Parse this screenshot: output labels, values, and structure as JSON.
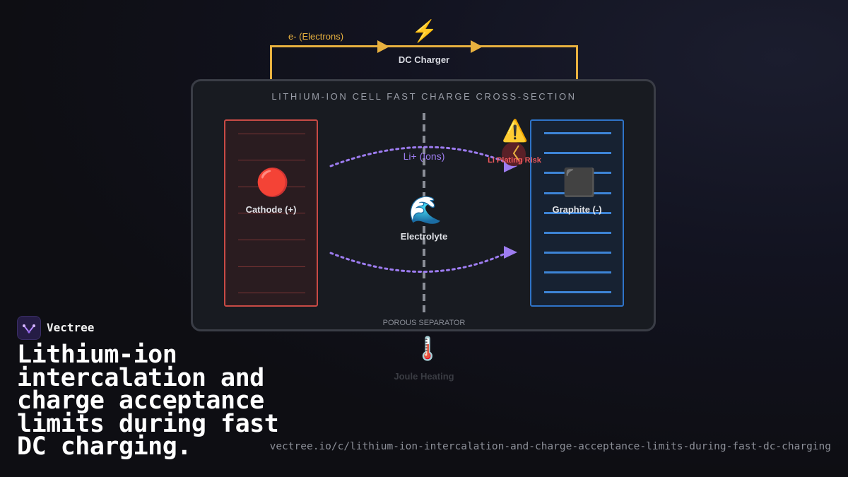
{
  "circuit": {
    "electrons_label": "e- (Electrons)",
    "charger_label": "DC Charger",
    "wire_color": "#e8b13f",
    "charger_icon": "lightning-bolt-icon"
  },
  "cell": {
    "title": "LITHIUM-ION CELL FAST CHARGE CROSS-SECTION",
    "cathode_label": "Cathode (+)",
    "cathode_icon": "red-circle-icon",
    "anode_label": "Graphite (-)",
    "anode_icon": "black-square-icon",
    "electrolyte_label": "Electrolyte",
    "electrolyte_icon": "wave-icon",
    "ions_label": "Li+ (Ions)",
    "plating_label": "Li Plating Risk",
    "plating_icon": "warning-icon",
    "separator_label": "POROUS SEPARATOR",
    "heat_label": "Joule Heating",
    "heat_icon": "thermometer-icon",
    "cathode_color": "#c84a45",
    "anode_color": "#2f74c8",
    "ion_color": "#9d7cf0"
  },
  "branding": {
    "brand_name": "Vectree",
    "headline": "Lithium-ion intercalation and charge acceptance limits during fast DC charging.",
    "url": "vectree.io/c/lithium-ion-intercalation-and-charge-acceptance-limits-during-fast-dc-charging"
  }
}
